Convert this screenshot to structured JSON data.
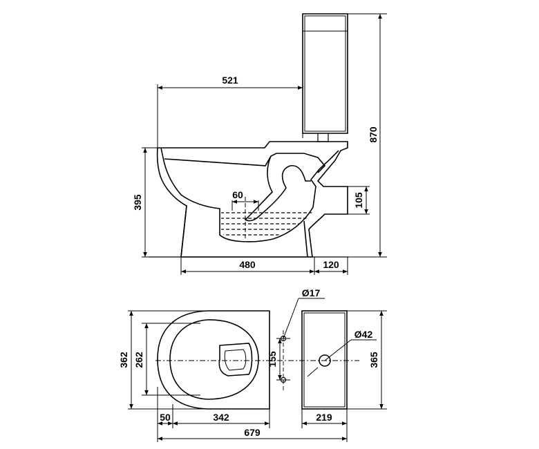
{
  "side_view": {
    "top_length": "521",
    "total_height": "870",
    "bowl_height": "395",
    "outlet_height": "105",
    "outlet_diameter": "60",
    "base_length": "480",
    "outlet_offset": "120"
  },
  "top_view": {
    "bowl_outer_width": "362",
    "bowl_inner_width": "262",
    "hole_spacing": "155",
    "hole_diameter": "Ø17",
    "inlet_diameter": "Ø42",
    "tank_width": "365",
    "rear_offset": "50",
    "bowl_length": "342",
    "tank_depth": "219",
    "total_length": "679"
  }
}
